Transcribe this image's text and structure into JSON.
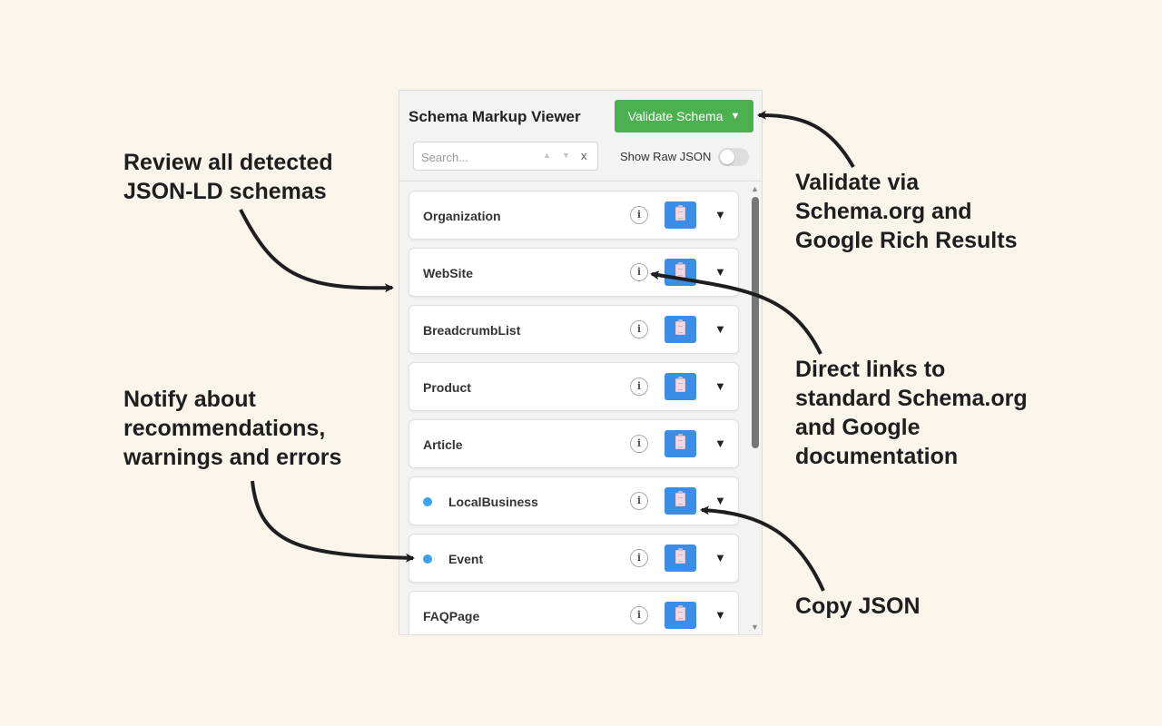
{
  "callouts": {
    "review": "Review all detected\nJSON-LD schemas",
    "notify": "Notify about\nrecommendations,\nwarnings and errors",
    "validate": "Validate via\nSchema.org and\nGoogle Rich Results",
    "links": "Direct links to\nstandard Schema.org\nand Google\ndocumentation",
    "copy": "Copy JSON"
  },
  "panel": {
    "title": "Schema Markup Viewer",
    "validate_label": "Validate Schema",
    "validate_caret": "▼",
    "search": {
      "placeholder": "Search...",
      "value": "",
      "up": "▲",
      "down": "▼",
      "clear": "x"
    },
    "raw_json_label": "Show Raw JSON",
    "raw_json_on": false
  },
  "schemas": [
    {
      "name": "Organization",
      "notice": false
    },
    {
      "name": "WebSite",
      "notice": false
    },
    {
      "name": "BreadcrumbList",
      "notice": false
    },
    {
      "name": "Product",
      "notice": false
    },
    {
      "name": "Article",
      "notice": false
    },
    {
      "name": "LocalBusiness",
      "notice": true
    },
    {
      "name": "Event",
      "notice": true
    },
    {
      "name": "FAQPage",
      "notice": false
    }
  ],
  "icons": {
    "info": "info-icon",
    "copy": "clipboard-icon",
    "expand": "chevron-down-icon",
    "info_glyph": "i",
    "expand_glyph": "▼"
  },
  "colors": {
    "background": "#f9f5eb",
    "validate_button": "#4caf50",
    "copy_button": "#3b8de8",
    "notice_dot": "#3aa2f0"
  }
}
